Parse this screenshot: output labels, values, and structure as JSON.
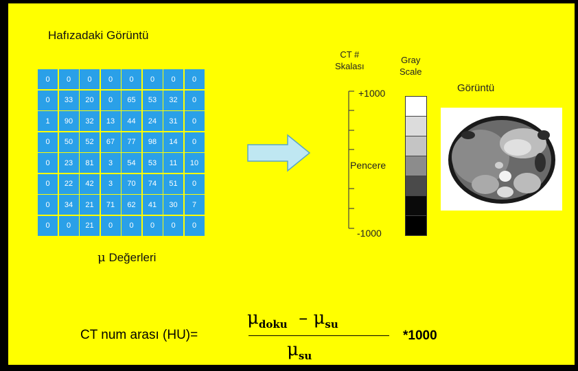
{
  "memory_title": "Hafızadaki Görüntü",
  "matrix": [
    [
      0,
      0,
      0,
      0,
      0,
      0,
      0,
      0
    ],
    [
      0,
      33,
      20,
      0,
      65,
      53,
      32,
      0
    ],
    [
      1,
      90,
      32,
      13,
      44,
      24,
      31,
      0
    ],
    [
      0,
      50,
      52,
      67,
      77,
      98,
      14,
      0
    ],
    [
      0,
      23,
      81,
      3,
      54,
      53,
      11,
      10
    ],
    [
      0,
      22,
      42,
      3,
      70,
      74,
      51,
      0
    ],
    [
      0,
      34,
      21,
      71,
      62,
      41,
      30,
      7
    ],
    [
      0,
      0,
      21,
      0,
      0,
      0,
      0,
      0
    ]
  ],
  "mu_symbol": "μ",
  "mu_label": "Değerleri",
  "ct_scale": {
    "line1": "CT #",
    "line2": "Skalası",
    "top": "+1000",
    "bottom": "-1000",
    "window": "Pencere"
  },
  "gray_scale": {
    "line1": "Gray",
    "line2": "Scale",
    "levels": [
      "#ffffff",
      "#dcdcdc",
      "#c4c4c4",
      "#8c8c8c",
      "#4a4a4a",
      "#0a0a0a",
      "#000000"
    ]
  },
  "image_label": "Görüntü",
  "formula": {
    "left": "CT num arası  (HU)=",
    "mu": "μ",
    "sub_tissue": "doku",
    "minus": "–",
    "sub_water": "su",
    "multiplier": "*1000"
  }
}
